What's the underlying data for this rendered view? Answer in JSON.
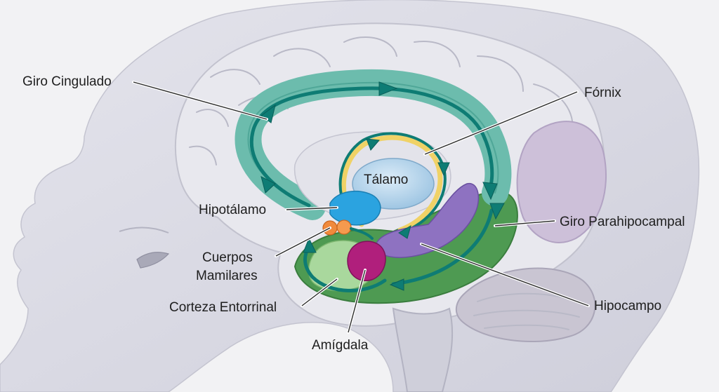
{
  "labels": {
    "giro_cingulado": "Giro Cingulado",
    "fornix": "Fórnix",
    "talamo": "Tálamo",
    "hipotalamo": "Hipotálamo",
    "giro_parahipocampal": "Giro Parahipocampal",
    "cuerpos_mamilares_line1": "Cuerpos",
    "cuerpos_mamilares_line2": "Mamilares",
    "corteza_entorrinal": "Corteza Entorrinal",
    "hipocampo": "Hipocampo",
    "amigdala": "Amígdala"
  },
  "colors": {
    "background": "#f2f2f4",
    "head": "#d9d9e3",
    "cortex": "#e6e6ec",
    "cerebellum": "#c7c3d1",
    "occipital": "#cbbfd6",
    "cingulate_pathway": "#5fb3a5",
    "pathway_arrows": "#0e7c74",
    "thalamus": "#a9cde8",
    "hypothalamus": "#2ba3e0",
    "mammillary_bodies": "#f08a3c",
    "parahippocampal": "#4f9a52",
    "entorhinal": "#a6d69a",
    "hippocampus": "#8f73c2",
    "amygdala": "#b01f7c",
    "fornix": "#f2d46a"
  }
}
